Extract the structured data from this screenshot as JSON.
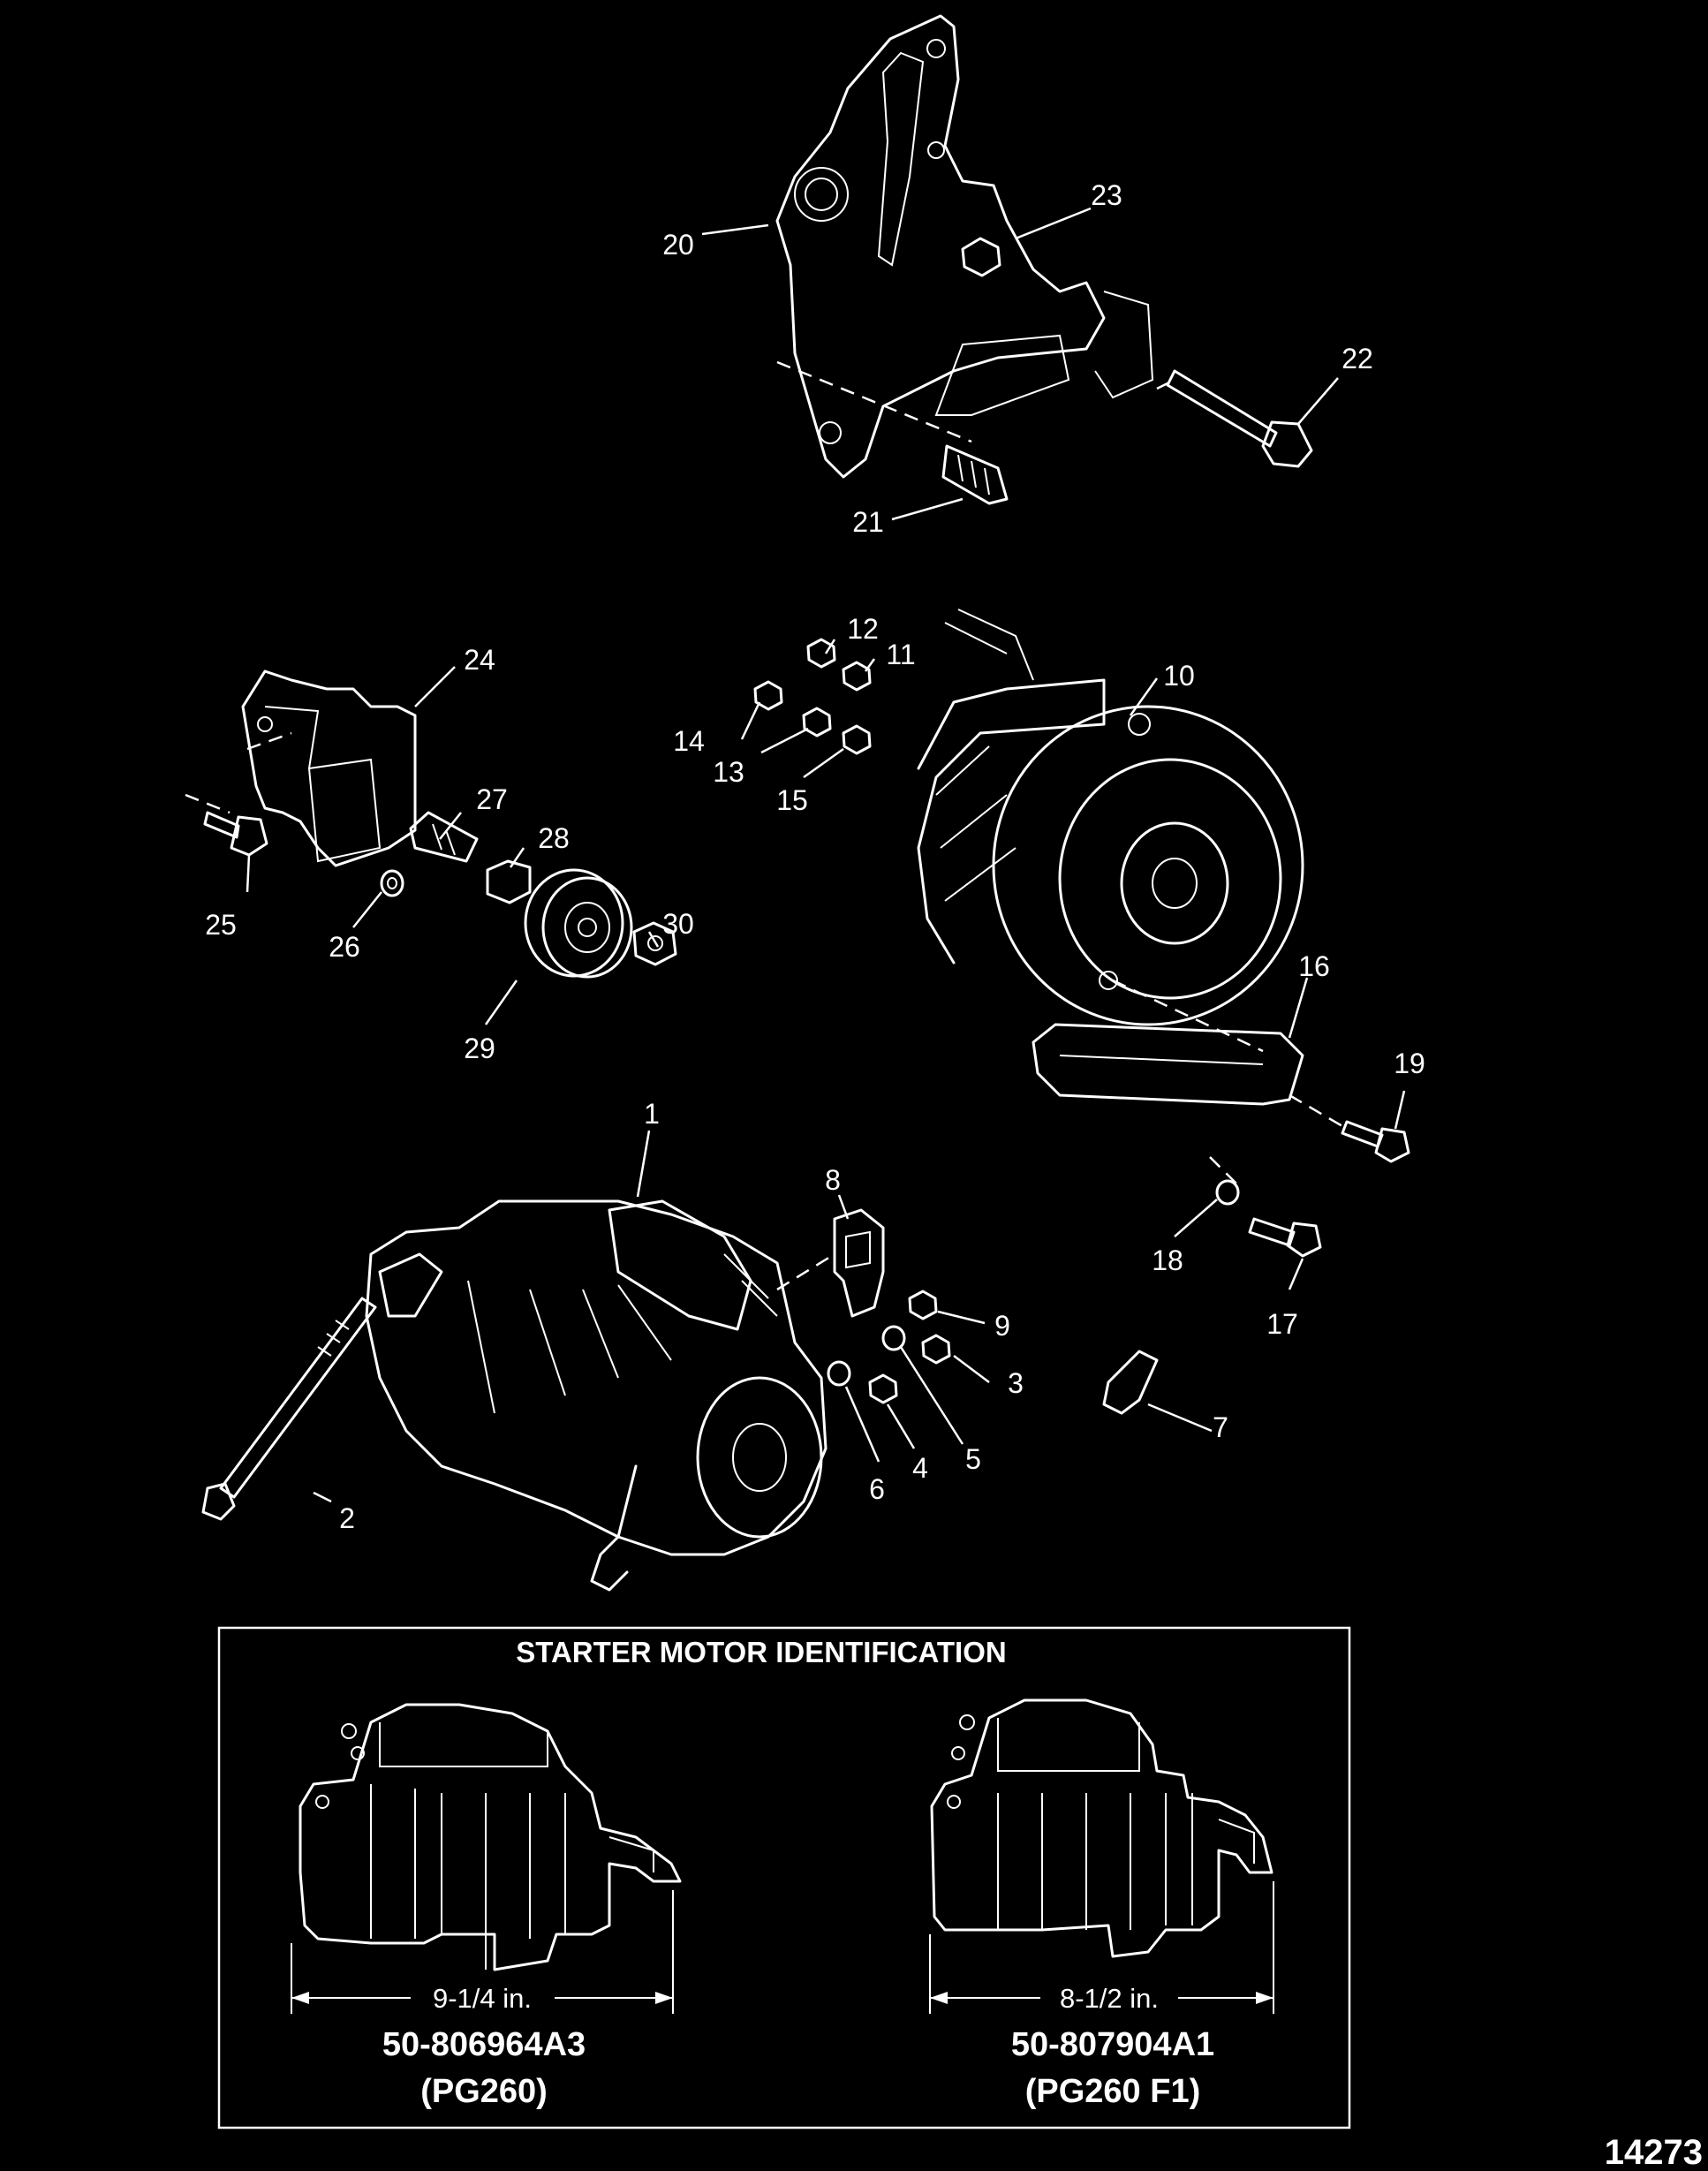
{
  "callouts": {
    "c1": "1",
    "c2": "2",
    "c3": "3",
    "c4": "4",
    "c5": "5",
    "c6": "6",
    "c7": "7",
    "c8": "8",
    "c9": "9",
    "c10": "10",
    "c11": "11",
    "c12": "12",
    "c13": "13",
    "c14": "14",
    "c15": "15",
    "c16": "16",
    "c17": "17",
    "c18": "18",
    "c19": "19",
    "c20": "20",
    "c21": "21",
    "c22": "22",
    "c23": "23",
    "c24": "24",
    "c25": "25",
    "c26": "26",
    "c27": "27",
    "c28": "28",
    "c29": "29",
    "c30": "30"
  },
  "identification_box": {
    "title": "STARTER MOTOR IDENTIFICATION",
    "left_starter": {
      "length": "9-1/4 in.",
      "part_number": "50-806964A3",
      "model": "(PG260)"
    },
    "right_starter": {
      "length": "8-1/2 in.",
      "part_number": "50-807904A1",
      "model": "(PG260 F1)"
    }
  },
  "figure_number": "14273"
}
